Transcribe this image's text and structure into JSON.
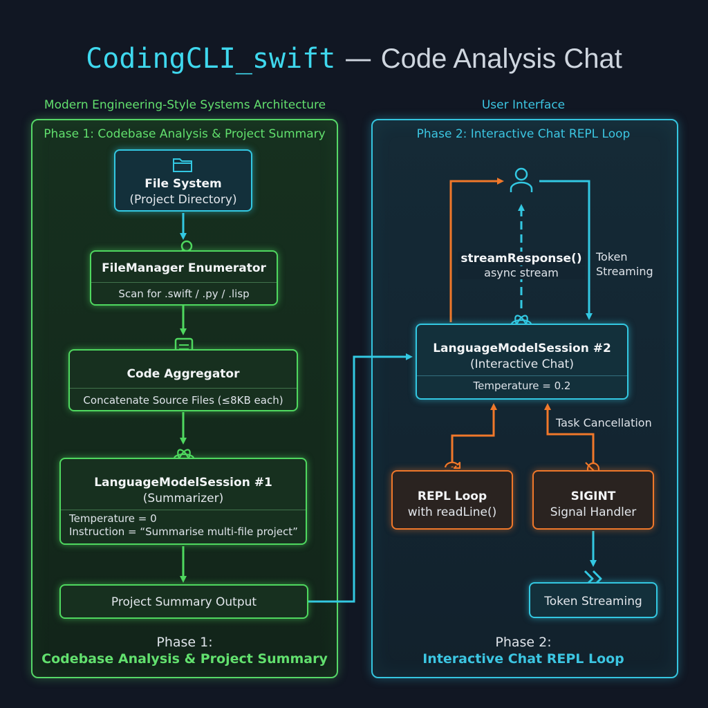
{
  "title": {
    "mono": "CodingCLI_swift",
    "dash": "—",
    "rest": "Code Analysis Chat"
  },
  "captions": {
    "left": "Modern Engineering-Style  Systems Architecture",
    "right": "User Interface"
  },
  "phase1": {
    "header": "Phase 1: Codebase Analysis & Project Summary",
    "filesystem": {
      "title": "File System",
      "subtitle": "(Project Directory)"
    },
    "enumerator": {
      "title": "FileManager Enumerator",
      "detail": "Scan for .swift / .py / .lisp"
    },
    "aggregator": {
      "title": "Code Aggregator",
      "detail": "Concatenate Source Files (≤8KB each)"
    },
    "session1": {
      "title": "LanguageModelSession #1",
      "subtitle": "(Summarizer)",
      "temperature": "Temperature = 0",
      "instruction": "Instruction = “Summarise multi-file project”"
    },
    "output": "Project Summary Output",
    "footer_top": "Phase 1:",
    "footer_bottom": "Codebase Analysis & Project Summary"
  },
  "phase2": {
    "header": "Phase 2: Interactive Chat REPL Loop",
    "stream_fn": "streamResponse()",
    "stream_sub": "async stream",
    "token_label_1": "Token",
    "token_label_2": "Streaming",
    "session2": {
      "title": "LanguageModelSession #2",
      "subtitle": "(Interactive Chat)",
      "temperature": "Temperature = 0.2"
    },
    "task_cancel": "Task Cancellation",
    "repl": {
      "title": "REPL Loop",
      "subtitle": "with readLine()"
    },
    "sigint": {
      "title": "SIGINT",
      "subtitle": "Signal Handler"
    },
    "token_box": "Token Streaming",
    "footer_top": "Phase 2:",
    "footer_bottom": "Interactive Chat REPL Loop"
  },
  "colors": {
    "green": "#4fd85f",
    "cyan": "#33c8e2",
    "orange": "#f0782a",
    "background": "#111723"
  },
  "icons": [
    "folder-icon",
    "key-icon",
    "document-icon",
    "openai-logo-icon",
    "user-icon",
    "refresh-icon",
    "bell-off-icon",
    "chevrons-right-icon"
  ]
}
